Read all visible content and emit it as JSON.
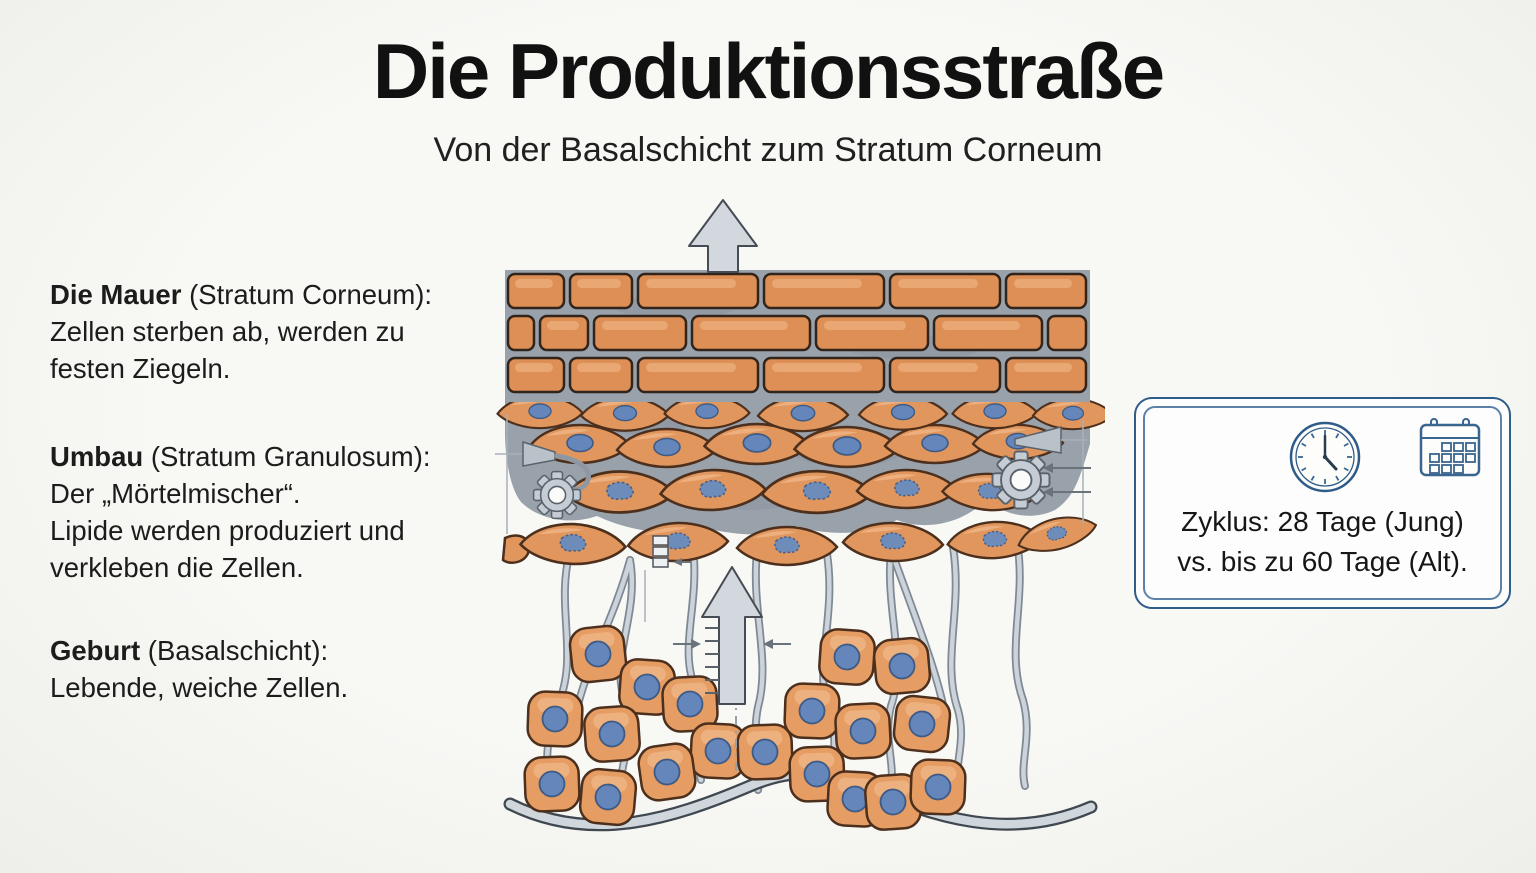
{
  "title": "Die Produktionsstraße",
  "subtitle": "Von der Basalschicht zum Stratum Corneum",
  "sections": {
    "mauer": {
      "lead": "Die Mauer",
      "qualifier": "(Stratum Corneum):",
      "line1": "Zellen sterben ab, werden zu",
      "line2": "festen Ziegeln."
    },
    "umbau": {
      "lead": "Umbau",
      "qualifier": "(Stratum Granulosum):",
      "line1": "Der „Mörtelmischer“.",
      "line2": "Lipide werden produziert und",
      "line3": "verkleben die Zellen."
    },
    "geburt": {
      "lead": "Geburt",
      "qualifier": "(Basalschicht):",
      "line1": "Lebende, weiche Zellen."
    }
  },
  "cycle_box": {
    "line1": "Zyklus: 28 Tage (Jung)",
    "line2": "vs. bis zu 60 Tage (Alt)."
  },
  "icons": {
    "clock": "clock-icon",
    "calendar": "calendar-icon",
    "gear": "gear-icon",
    "up_arrow": "up-arrow-icon",
    "funnel": "funnel-icon",
    "brick_stack": "brick-stack-icon"
  },
  "colors": {
    "background": "#f6f6f3",
    "text": "#1a1a1a",
    "brick": "#dd8f55",
    "brick_highlight": "#f0b585",
    "mortar": "#99a1ab",
    "cell": "#e0965c",
    "nucleus": "#6486ba",
    "box_border": "#2f5c89",
    "membrane": "#cfd6dc"
  }
}
